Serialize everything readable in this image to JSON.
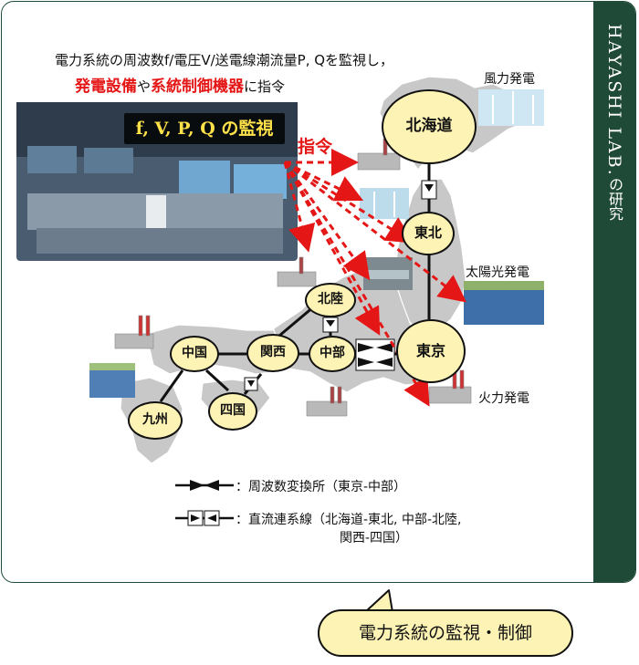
{
  "side": {
    "title": "HAYASHI LAB.",
    "subtitle": "の研究"
  },
  "intro": {
    "line1": "電力系統の周波数f/電圧V/送電線潮流量P, Qを監視し，",
    "emph1": "発電設備",
    "mid": "や",
    "emph2": "系統制御機器",
    "tail": "に指令"
  },
  "banner": "f, V, P, Q の監視",
  "command": "指令",
  "labels": {
    "wind": "風力発電",
    "solar": "太陽光発電",
    "thermal": "火力発電"
  },
  "nodes": {
    "hokkaido": "北海道",
    "tohoku": "東北",
    "hokuriku": "北陸",
    "tokyo": "東京",
    "chubu": "中部",
    "kansai": "関西",
    "chugoku": "中国",
    "shikoku": "四国",
    "kyushu": "九州"
  },
  "legend": {
    "converter": "：周波数変換所（東京-中部）",
    "dc_line1": "：直流連系線（北海道-東北, 中部-北陸,",
    "dc_line2": "関西-四国）"
  },
  "caption": "電力系統の監視・制御",
  "colors": {
    "accent_green": "#1f4a37",
    "node_fill": "#fdf3b4",
    "command_red": "#e51616",
    "banner_text": "#ffe24a"
  }
}
